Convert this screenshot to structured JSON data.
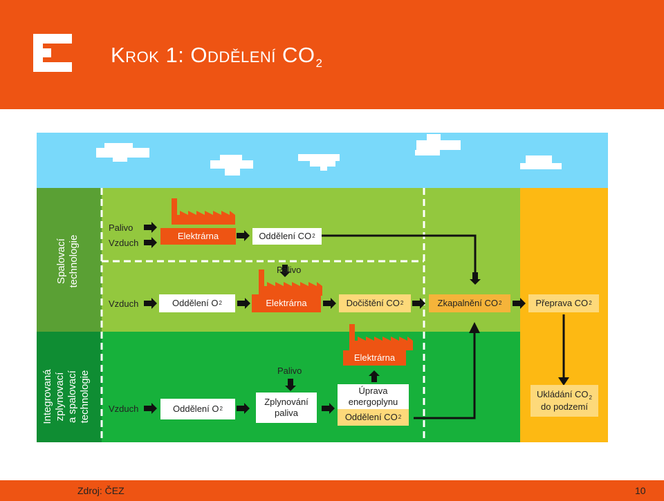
{
  "header": {
    "logo_name": "cez-logo",
    "title": "Krok 1: Oddělení CO",
    "title_sub": "2",
    "background_color": "#ee5413"
  },
  "colors": {
    "sky": "#79d9fa",
    "light_green": "#93c83e",
    "dark_green": "#17b13b",
    "yellow": "#fdb913",
    "orange": "#ee5413",
    "side_light_green": "#5aa034",
    "side_dark_green": "#0f8d33"
  },
  "side_labels": {
    "top_line1": "Spalovací",
    "top_line2": "technologie",
    "bottom_line1": "Integrovaná",
    "bottom_line2": "zplynovací",
    "bottom_line3": "a spalovací",
    "bottom_line4": "technologie"
  },
  "top": {
    "palivo": "Palivo",
    "vzduch": "Vzduch",
    "elektrarna": "Elektrárna",
    "oddeleni_co2": "Oddělení CO",
    "co2_sub": "2"
  },
  "middle": {
    "palivo": "Palivo",
    "vzduch": "Vzduch",
    "oddeleni_o2": "Oddělení O",
    "o2_sub": "2",
    "elektrarna": "Elektrárna",
    "docisteni": "Dočištění CO",
    "zkapalneni": "Zkapalnění CO",
    "preprava": "Přeprava CO",
    "sub2": "2"
  },
  "bottom": {
    "vzduch": "Vzduch",
    "oddeleni_o2": "Oddělení O",
    "palivo": "Palivo",
    "zplynovani_1": "Zplynování",
    "zplynovani_2": "paliva",
    "elektrarna": "Elektrárna",
    "uprava_1": "Úprava",
    "uprava_2": "energoplynu",
    "oddeleni_co2": "Oddělení CO",
    "ukladani_1": "Ukládání CO",
    "ukladani_2": "do podzemí",
    "sub2": "2"
  },
  "footer": {
    "source": "Zdroj: ČEZ",
    "page": "10"
  }
}
